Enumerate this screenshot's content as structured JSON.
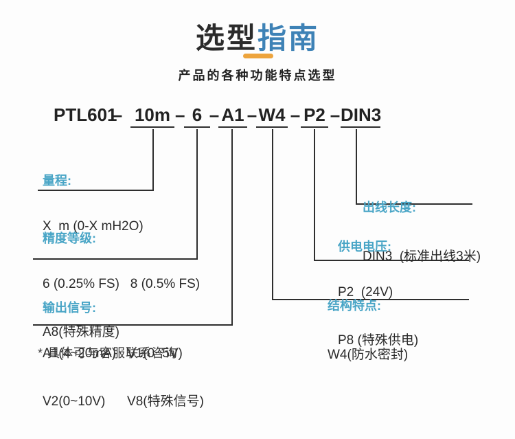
{
  "colors": {
    "ink": "#2b2b2b",
    "accent-blue": "#3e82b6",
    "label-blue": "#49a5c6",
    "orange": "#eda43d",
    "line": "#2e2e2e"
  },
  "header": {
    "title_part1": "选型",
    "title_part2": "指南",
    "subtitle": "产品的各种功能特点选型"
  },
  "model": {
    "prefix": "PTL601",
    "separator": "–",
    "segments": [
      "10m",
      "6",
      "A1",
      "W4",
      "P2",
      "DIN3"
    ]
  },
  "sections": {
    "range": {
      "label": "量程:",
      "rows": [
        "X  m (0-X mH2O)"
      ]
    },
    "accuracy": {
      "label": "精度等级:",
      "rows": [
        "6 (0.25% FS)   8 (0.5% FS)",
        "A8(特殊精度)"
      ]
    },
    "output": {
      "label": "输出信号:",
      "rows": [
        "A1(4~20mA)   V1(0~5V)",
        "V2(0~10V)      V8(特殊信号)"
      ]
    },
    "cable": {
      "label": "出线长度:",
      "rows": [
        "DIN3  (标准出线3米)"
      ]
    },
    "power": {
      "label": "供电电压:",
      "rows": [
        "P2  (24V)",
        "P8 (特殊供电)"
      ]
    },
    "structure": {
      "label": "结构特点:",
      "rows": [
        "W4(防水密封)"
      ]
    }
  },
  "footnote": "* 具体可与客服联系咨询"
}
